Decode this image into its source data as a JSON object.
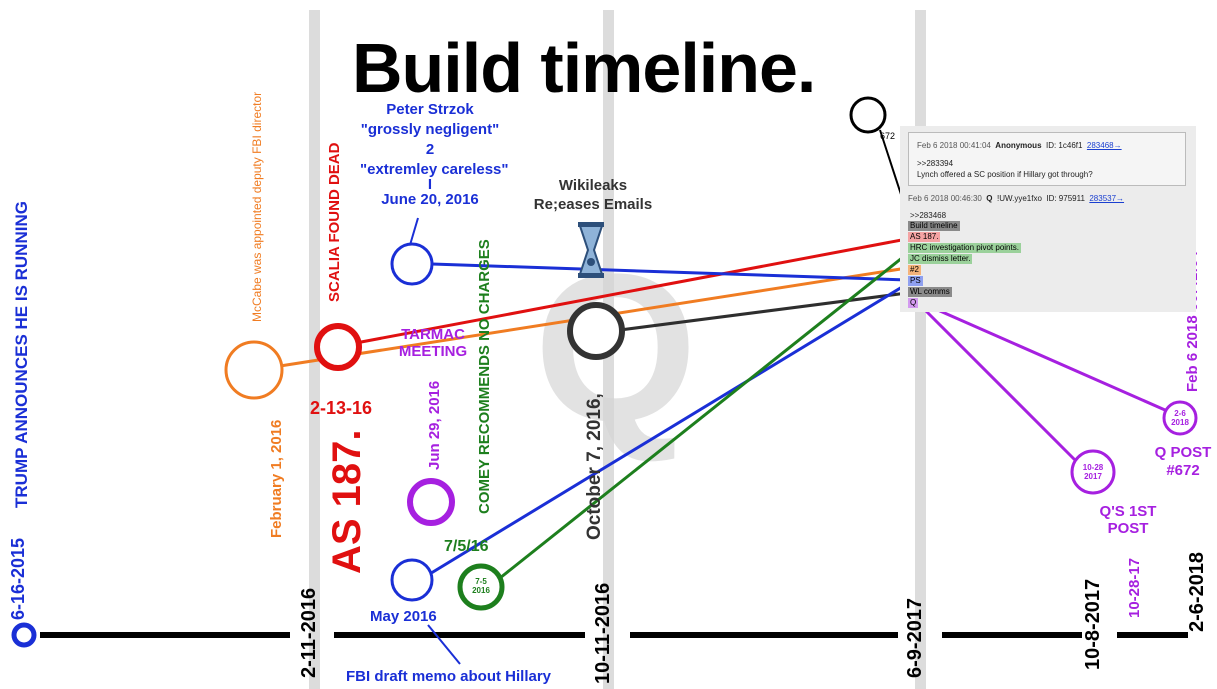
{
  "title": "Build timeline.",
  "colors": {
    "blue": "#1a2fd6",
    "red": "#e01010",
    "orange": "#f07c22",
    "purple": "#a620e0",
    "green": "#1d7f1d",
    "gray": "#2e2e2e",
    "guide": "#dcdcdc"
  },
  "axis_dates": {
    "d1": "6-16-2015",
    "d2": "2-11-2016",
    "d3": "10-11-2016",
    "d4": "6-9-2017",
    "d5": "10-8-2017",
    "d6": "2-6-2018"
  },
  "events": {
    "trump": "TRUMP ANNOUNCES HE IS RUNNING",
    "mccabe": "McCabe was appointed deputy FBI director",
    "feb1": "February 1, 2016",
    "scalia": "SCALIA FOUND DEAD",
    "scalia_date": "2-13-16",
    "as187": "AS 187.",
    "strzok_1": "Peter Strzok",
    "strzok_2": "\"grossly negligent\"",
    "strzok_3": "2",
    "strzok_4": "\"extremley careless\"",
    "strzok_5": "I",
    "strzok_date": "June 20, 2016",
    "tarmac_1": "TARMAC",
    "tarmac_2": "MEETING",
    "jun29": "Jun 29, 2016",
    "comey": "COMEY RECOMMENDS NO CHARGES",
    "comey_date": "7/5/16",
    "comey_circle_1": "7-5",
    "comey_circle_2": "2016",
    "may2016": "May 2016",
    "fbi_memo": "FBI draft memo about Hillary",
    "wikileaks_1": "Wikileaks",
    "wikileaks_2": "Re;eases Emails",
    "oct7": "October 7, 2016,",
    "q1_circle_1": "10-28",
    "q1_circle_2": "2017",
    "q1_label_1": "Q'S 1ST",
    "q1_label_2": "POST",
    "q1_date": "10-28-17",
    "q672_circle_1": "2-6",
    "q672_circle_2": "2018",
    "q672_label_1": "Q POST",
    "q672_label_2": "#672",
    "q672_date": "Feb 6 2018 00:41:04",
    "q_watermark": "Q",
    "num672": "672"
  },
  "post": {
    "anon_date": "Feb 6 2018 00:41:04",
    "anon_name": "Anonymous",
    "anon_id": "ID: 1c46f1",
    "anon_link": "283468→",
    "anon_reply": ">>283394",
    "anon_text": "Lynch offered a SC position if Hillary got through?",
    "q_date": "Feb 6 2018 00:46:30",
    "q_name": "Q",
    "q_trip": "!UW.yye1fxo",
    "q_id": "ID: 975911",
    "q_link": "283537→",
    "q_reply": ">>283468",
    "items": [
      "Build timeline",
      "AS 187.",
      "HRC investigation pivot points.",
      "JC dismiss letter.",
      "#2",
      "PS",
      "WL comms",
      "Q"
    ]
  }
}
